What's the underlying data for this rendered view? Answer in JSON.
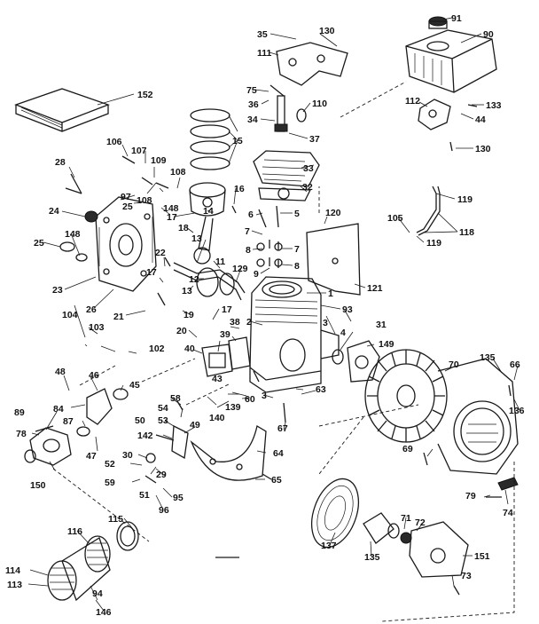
{
  "labels": [
    "1",
    "2",
    "3",
    "4",
    "5",
    "6",
    "7",
    "8",
    "9",
    "11",
    "12",
    "13",
    "14",
    "15",
    "16",
    "17",
    "18",
    "19",
    "20",
    "21",
    "22",
    "23",
    "24",
    "25",
    "26",
    "28",
    "29",
    "30",
    "31",
    "32",
    "33",
    "34",
    "35",
    "36",
    "37",
    "38",
    "39",
    "40",
    "43",
    "44",
    "45",
    "46",
    "47",
    "48",
    "49",
    "50",
    "51",
    "52",
    "53",
    "54",
    "58",
    "59",
    "60",
    "63",
    "64",
    "65",
    "66",
    "67",
    "69",
    "70",
    "71",
    "72",
    "73",
    "74",
    "75",
    "78",
    "79",
    "84",
    "87",
    "89",
    "90",
    "91",
    "93",
    "94",
    "95",
    "96",
    "97",
    "102",
    "103",
    "104",
    "105",
    "106",
    "107",
    "108",
    "109",
    "110",
    "111",
    "112",
    "113",
    "114",
    "115",
    "116",
    "118",
    "119",
    "120",
    "121",
    "129",
    "130",
    "133",
    "135",
    "136",
    "137",
    "139",
    "140",
    "142",
    "146",
    "148",
    "149",
    "150",
    "151",
    "152"
  ],
  "colors": {
    "ink": "#1a1a1a",
    "paper": "#ffffff"
  }
}
